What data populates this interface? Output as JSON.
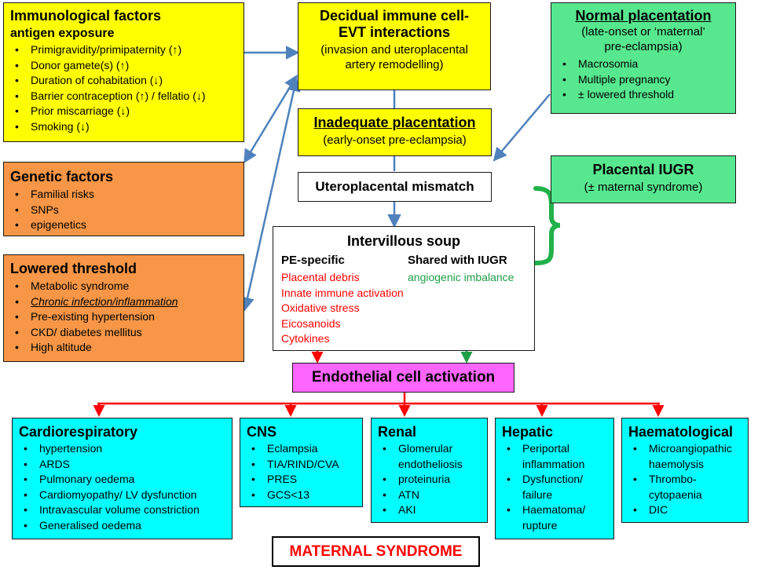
{
  "immunological": {
    "title": "Immunological factors",
    "subtitle": "antigen exposure",
    "items": [
      "Primigravidity/primipaternity (↑)",
      "Donor gamete(s) (↑)",
      "Duration of cohabitation (↓)",
      "Barrier contraception (↑) / fellatio (↓)",
      "Prior miscarriage (↓)",
      "Smoking (↓)"
    ]
  },
  "decidual": {
    "title_line1": "Decidual immune cell-",
    "title_line2": "EVT interactions",
    "sub_line1": "(invasion and uteroplacental",
    "sub_line2": "artery remodelling)"
  },
  "normal_placentation": {
    "title": "Normal placentation",
    "sub_line1": "(late-onset or ‘maternal’",
    "sub_line2": "pre-eclampsia)",
    "items": [
      "Macrosomia",
      "Multiple pregnancy",
      "± lowered threshold"
    ]
  },
  "inadequate": {
    "title": "Inadequate placentation",
    "sub": "(early-onset pre-eclampsia)"
  },
  "genetic": {
    "title": "Genetic factors",
    "items": [
      "Familial risks",
      "SNPs",
      "epigenetics"
    ]
  },
  "mismatch": {
    "title": "Uteroplacental mismatch"
  },
  "iugr": {
    "title": "Placental IUGR",
    "sub": "(± maternal syndrome)"
  },
  "soup": {
    "title": "Intervillous soup",
    "pe_header": "PE-specific",
    "shared_header": "Shared with IUGR",
    "pe_items": [
      "Placental debris",
      "Innate immune activation",
      "Oxidative stress",
      "Eicosanoids",
      "Cytokines"
    ],
    "shared_items": [
      "angiogenic imbalance"
    ]
  },
  "lowered": {
    "title": "Lowered threshold",
    "items": [
      "Metabolic syndrome",
      "Chronic infection/inflammation",
      "Pre-existing hypertension",
      "CKD/ diabetes mellitus",
      "High altitude"
    ]
  },
  "endothelial": {
    "title": "Endothelial cell activation"
  },
  "cardio": {
    "title": "Cardiorespiratory",
    "items": [
      "hypertension",
      "ARDS",
      "Pulmonary oedema",
      "Cardiomyopathy/ LV dysfunction",
      "Intravascular volume constriction",
      "Generalised oedema"
    ]
  },
  "cns": {
    "title": "CNS",
    "items": [
      "Eclampsia",
      "TIA/RIND/CVA",
      "PRES",
      "GCS<13"
    ]
  },
  "renal": {
    "title": "Renal",
    "items": [
      "Glomerular endotheliosis",
      "proteinuria",
      "ATN",
      "AKI"
    ]
  },
  "hepatic": {
    "title": "Hepatic",
    "items": [
      "Periportal inflammation",
      "Dysfunction/ failure",
      "Haematoma/ rupture"
    ]
  },
  "haem": {
    "title": "Haematological",
    "items": [
      "Microangiopathic haemolysis",
      "Thrombo-cytopaenia",
      "DIC"
    ]
  },
  "maternal": {
    "title": "MATERNAL SYNDROME"
  },
  "colors": {
    "yellow": "#ffff00",
    "orange": "#f79646",
    "green": "#57e88f",
    "cyan": "#00ffff",
    "magenta": "#ff66ff",
    "arrow_blue": "#4f81bd",
    "arrow_red": "#ff0000",
    "arrow_green": "#1e9e46",
    "brace_green": "#21b14a"
  }
}
